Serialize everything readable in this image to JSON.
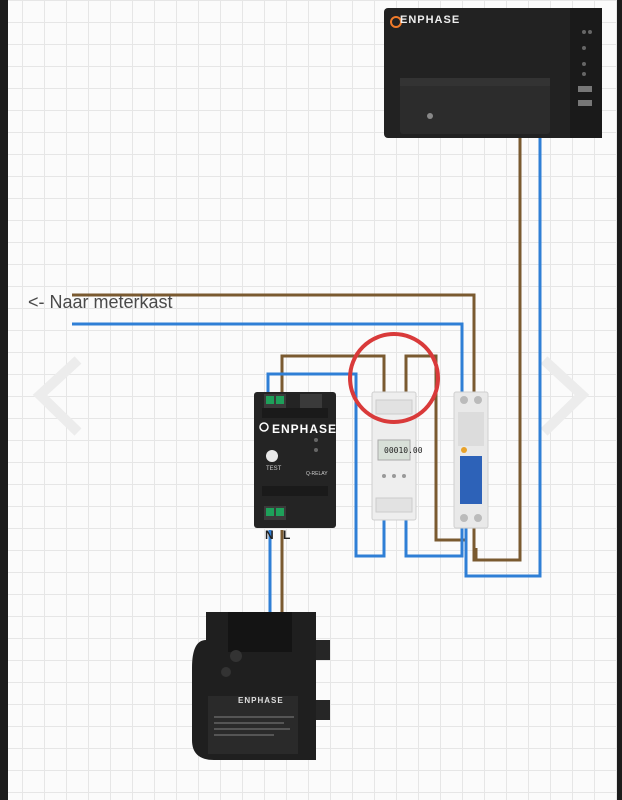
{
  "labels": {
    "naar_meterkast": "<- Naar meterkast",
    "gateway_brand": "ENPHASE",
    "relay_brand": "ENPHASE",
    "relay_test": "TEST",
    "relay_name": "Q-RELAY",
    "meter_reading": "00010.00",
    "neutral_live": "N L",
    "inverter_brand": "ENPHASE"
  },
  "colors": {
    "neutral_wire": "#2f7fd6",
    "live_wire": "#7a5a30",
    "highlight_circle": "#d93a3a",
    "device_dark": "#1f1f1f",
    "grid": "#e6e6e6"
  },
  "icons": [
    "enphase-logo-icon",
    "highlight-circle-icon"
  ]
}
